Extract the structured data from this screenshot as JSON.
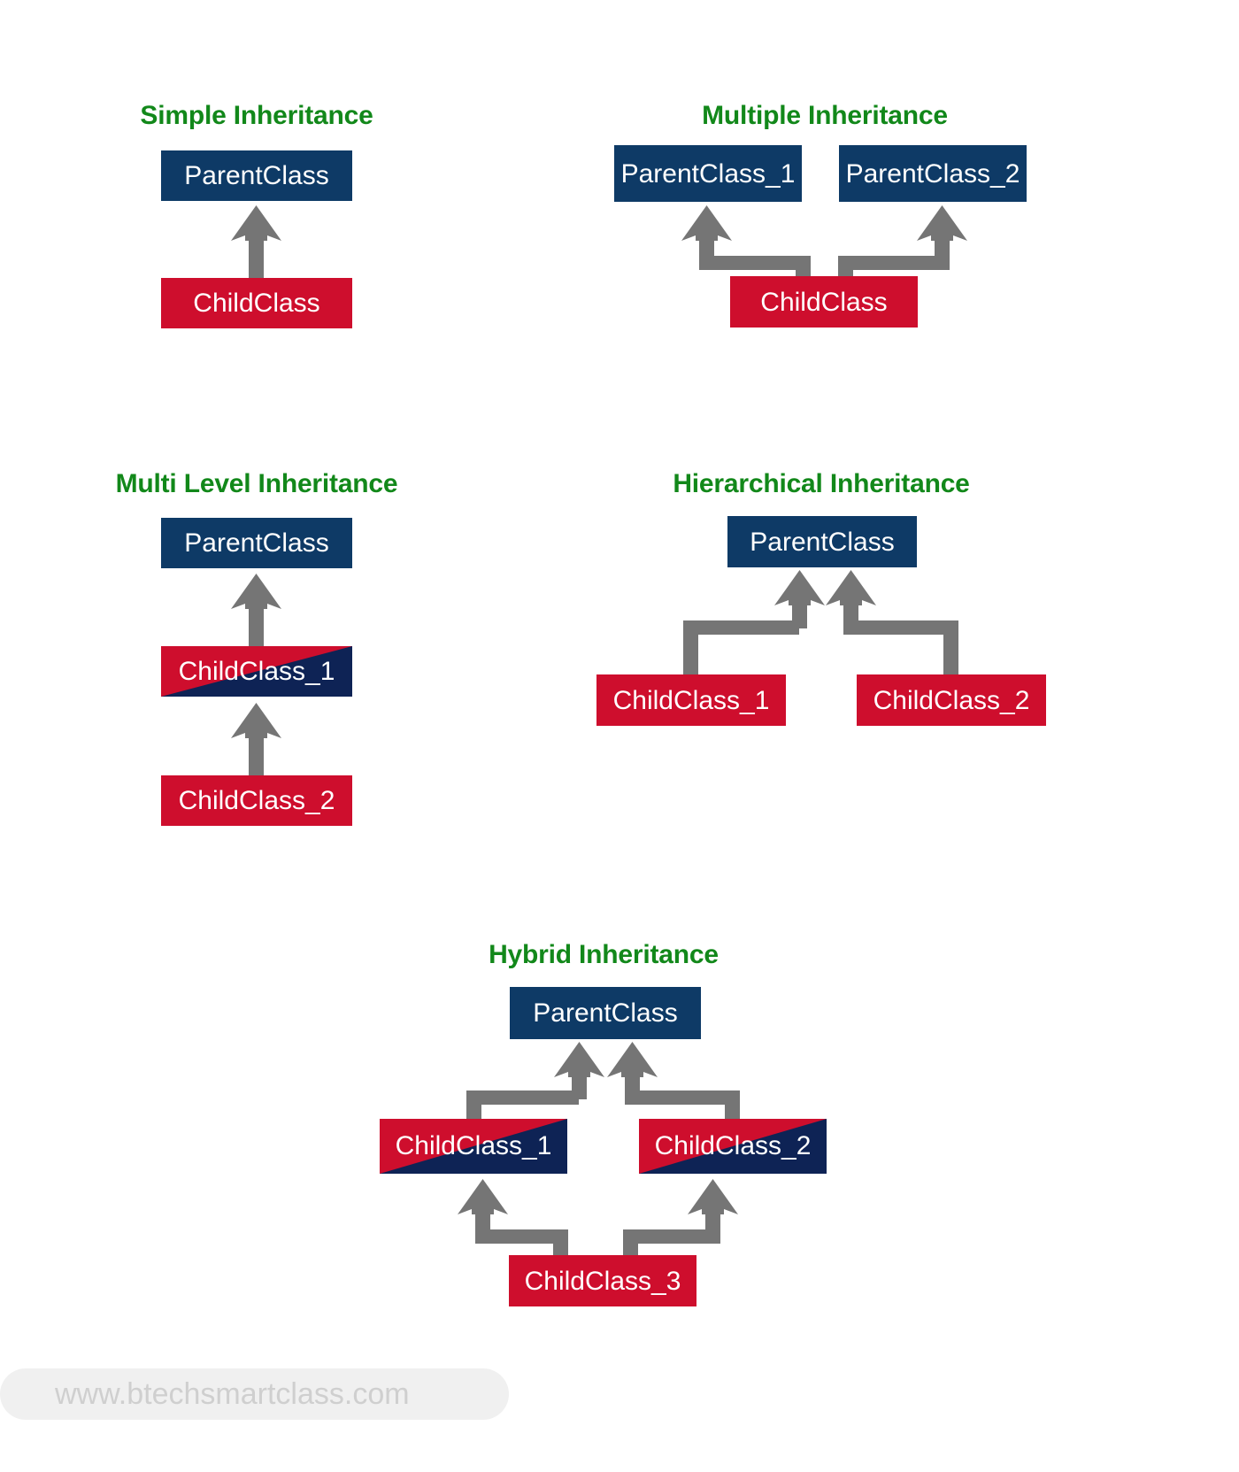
{
  "page": {
    "background_color": "#ffffff",
    "title_color": "#12881a",
    "parent_box_color": "#0e3a66",
    "child_box_color": "#ce0e2d",
    "arrow_color": "#757575",
    "label_color": "#ffffff"
  },
  "watermark": {
    "text": "www.btechsmartclass.com",
    "pill_color": "#f0f0f0",
    "text_color": "#cfcfcf"
  },
  "sections": [
    {
      "id": "simple",
      "title": "Simple Inheritance",
      "nodes": [
        {
          "id": "simple-parent",
          "label": "ParentClass",
          "type": "parent"
        },
        {
          "id": "simple-child",
          "label": "ChildClass",
          "type": "child"
        }
      ],
      "edges": [
        {
          "from": "simple-child",
          "to": "simple-parent"
        }
      ]
    },
    {
      "id": "multiple",
      "title": "Multiple Inheritance",
      "nodes": [
        {
          "id": "multiple-parent-1",
          "label": "ParentClass_1",
          "type": "parent"
        },
        {
          "id": "multiple-parent-2",
          "label": "ParentClass_2",
          "type": "parent"
        },
        {
          "id": "multiple-child",
          "label": "ChildClass",
          "type": "child"
        }
      ],
      "edges": [
        {
          "from": "multiple-child",
          "to": "multiple-parent-1"
        },
        {
          "from": "multiple-child",
          "to": "multiple-parent-2"
        }
      ]
    },
    {
      "id": "multilevel",
      "title": "Multi Level Inheritance",
      "nodes": [
        {
          "id": "multilevel-parent",
          "label": "ParentClass",
          "type": "parent"
        },
        {
          "id": "multilevel-child-1",
          "label": "ChildClass_1",
          "type": "split"
        },
        {
          "id": "multilevel-child-2",
          "label": "ChildClass_2",
          "type": "child"
        }
      ],
      "edges": [
        {
          "from": "multilevel-child-1",
          "to": "multilevel-parent"
        },
        {
          "from": "multilevel-child-2",
          "to": "multilevel-child-1"
        }
      ]
    },
    {
      "id": "hierarchical",
      "title": "Hierarchical Inheritance",
      "nodes": [
        {
          "id": "hierarchical-parent",
          "label": "ParentClass",
          "type": "parent"
        },
        {
          "id": "hierarchical-child-1",
          "label": "ChildClass_1",
          "type": "child"
        },
        {
          "id": "hierarchical-child-2",
          "label": "ChildClass_2",
          "type": "child"
        }
      ],
      "edges": [
        {
          "from": "hierarchical-child-1",
          "to": "hierarchical-parent"
        },
        {
          "from": "hierarchical-child-2",
          "to": "hierarchical-parent"
        }
      ]
    },
    {
      "id": "hybrid",
      "title": "Hybrid Inheritance",
      "nodes": [
        {
          "id": "hybrid-parent",
          "label": "ParentClass",
          "type": "parent"
        },
        {
          "id": "hybrid-child-1",
          "label": "ChildClass_1",
          "type": "split"
        },
        {
          "id": "hybrid-child-2",
          "label": "ChildClass_2",
          "type": "split"
        },
        {
          "id": "hybrid-child-3",
          "label": "ChildClass_3",
          "type": "child"
        }
      ],
      "edges": [
        {
          "from": "hybrid-child-1",
          "to": "hybrid-parent"
        },
        {
          "from": "hybrid-child-2",
          "to": "hybrid-parent"
        },
        {
          "from": "hybrid-child-3",
          "to": "hybrid-child-1"
        },
        {
          "from": "hybrid-child-3",
          "to": "hybrid-child-2"
        }
      ]
    }
  ]
}
